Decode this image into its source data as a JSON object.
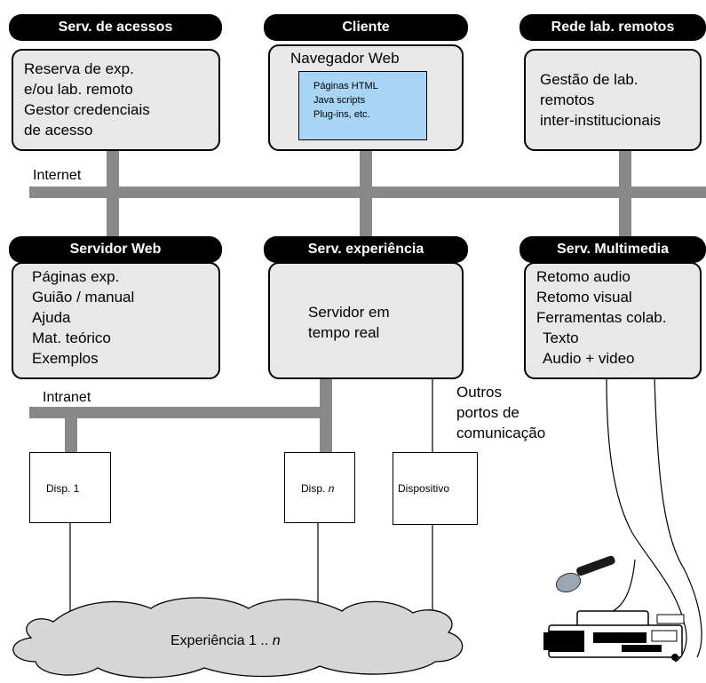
{
  "servers": {
    "acessos": {
      "title": "Serv. de acessos",
      "lines": [
        "Reserva de exp.",
        "e/ou lab. remoto",
        "Gestor credenciais",
        "de acesso"
      ]
    },
    "cliente": {
      "title": "Cliente",
      "subtitle": "Navegador Web",
      "inner": [
        "Páginas HTML",
        "Java scripts",
        "Plug-ins, etc."
      ]
    },
    "rede": {
      "title": "Rede lab. remotos",
      "lines": [
        "Gestão de lab.",
        "remotos",
        "inter-institucionais"
      ]
    },
    "web": {
      "title": "Servidor Web",
      "lines": [
        "Páginas exp.",
        "Guião / manual",
        "Ajuda",
        "Mat. teórico",
        "Exemplos"
      ]
    },
    "experiencia": {
      "title": "Serv. experiência",
      "lines": [
        "Servidor em",
        "tempo real"
      ]
    },
    "multimedia": {
      "title": "Serv. Multimedia",
      "lines": [
        "Retomo audio",
        "Retomo visual",
        "Ferramentas colab.",
        "Texto",
        "Audio + video"
      ]
    }
  },
  "networks": {
    "internet": "Internet",
    "intranet": "Intranet"
  },
  "outros": [
    "Outros",
    "portos de",
    "comunicação"
  ],
  "devices": {
    "disp1": "Disp. 1",
    "dispn_prefix": "Disp. ",
    "dispn_suffix": "n",
    "dispositivo": "Dispositivo"
  },
  "experiencia_cloud": {
    "label": "Experiência 1 .. ",
    "suffix": "n"
  },
  "colors": {
    "network": "#888888",
    "box_fill": "#e8e8e8",
    "title_fill": "#000000",
    "browser_fill": "#a8d4f5"
  }
}
